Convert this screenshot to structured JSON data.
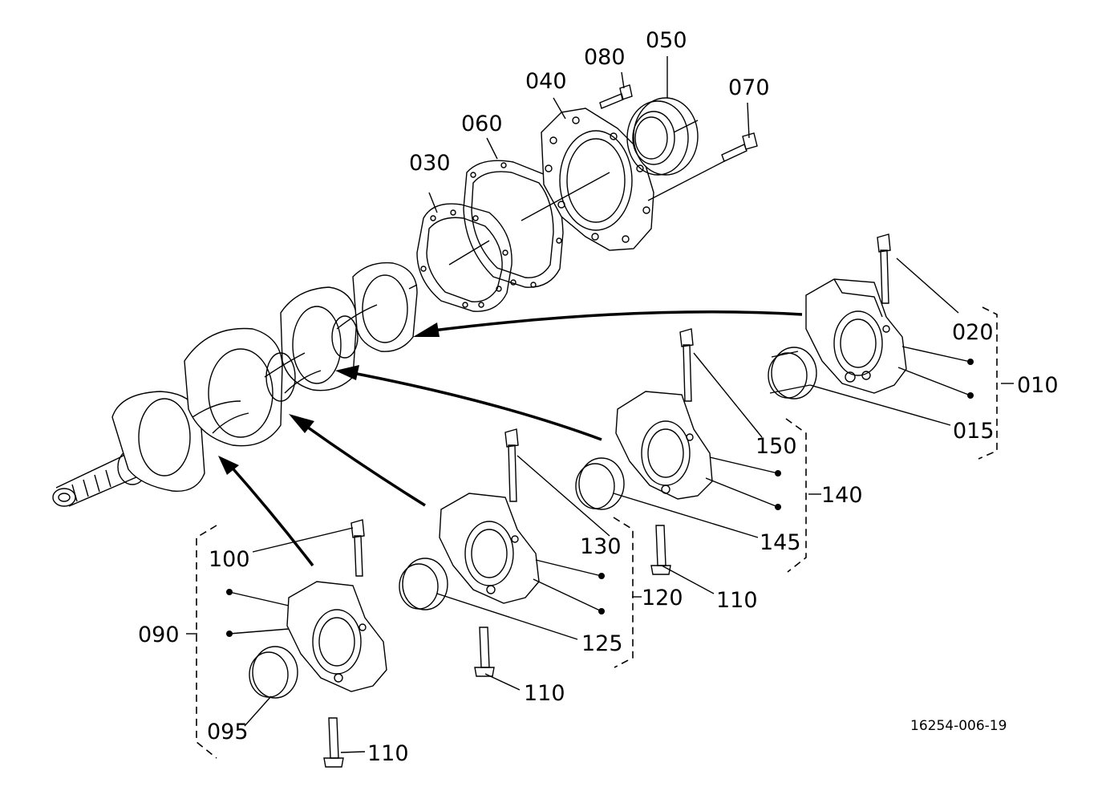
{
  "diagram": {
    "reference_code": "16254-006-19",
    "labels": {
      "p010": "010",
      "p015": "015",
      "p020": "020",
      "p030": "030",
      "p040": "040",
      "p050": "050",
      "p060": "060",
      "p070": "070",
      "p080": "080",
      "p090": "090",
      "p095": "095",
      "p100": "100",
      "p110a": "110",
      "p110b": "110",
      "p110c": "110",
      "p120": "120",
      "p125": "125",
      "p130": "130",
      "p140": "140",
      "p145": "145",
      "p150": "150"
    }
  }
}
